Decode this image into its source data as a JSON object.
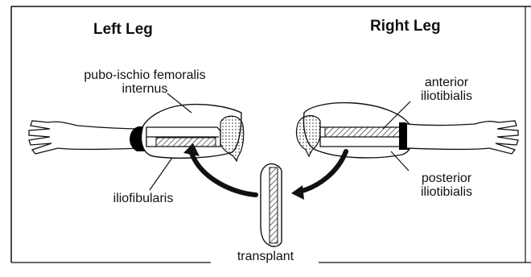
{
  "headings": {
    "left": "Left Leg",
    "right": "Right Leg"
  },
  "labels": {
    "pubo_ischio": [
      "pubo-ischio femoralis",
      "internus"
    ],
    "iliofibularis": "iliofibularis",
    "anterior_iliotibialis": [
      "anterior",
      "iliotibialis"
    ],
    "posterior_iliotibialis": [
      "posterior",
      "iliotibialis"
    ],
    "transplant": "transplant"
  },
  "colors": {
    "ink": "#111111",
    "background": "#ffffff",
    "joint": "#000000"
  },
  "icons": {
    "arrow_left": "curved-arrow-icon",
    "arrow_right": "curved-arrow-icon"
  }
}
